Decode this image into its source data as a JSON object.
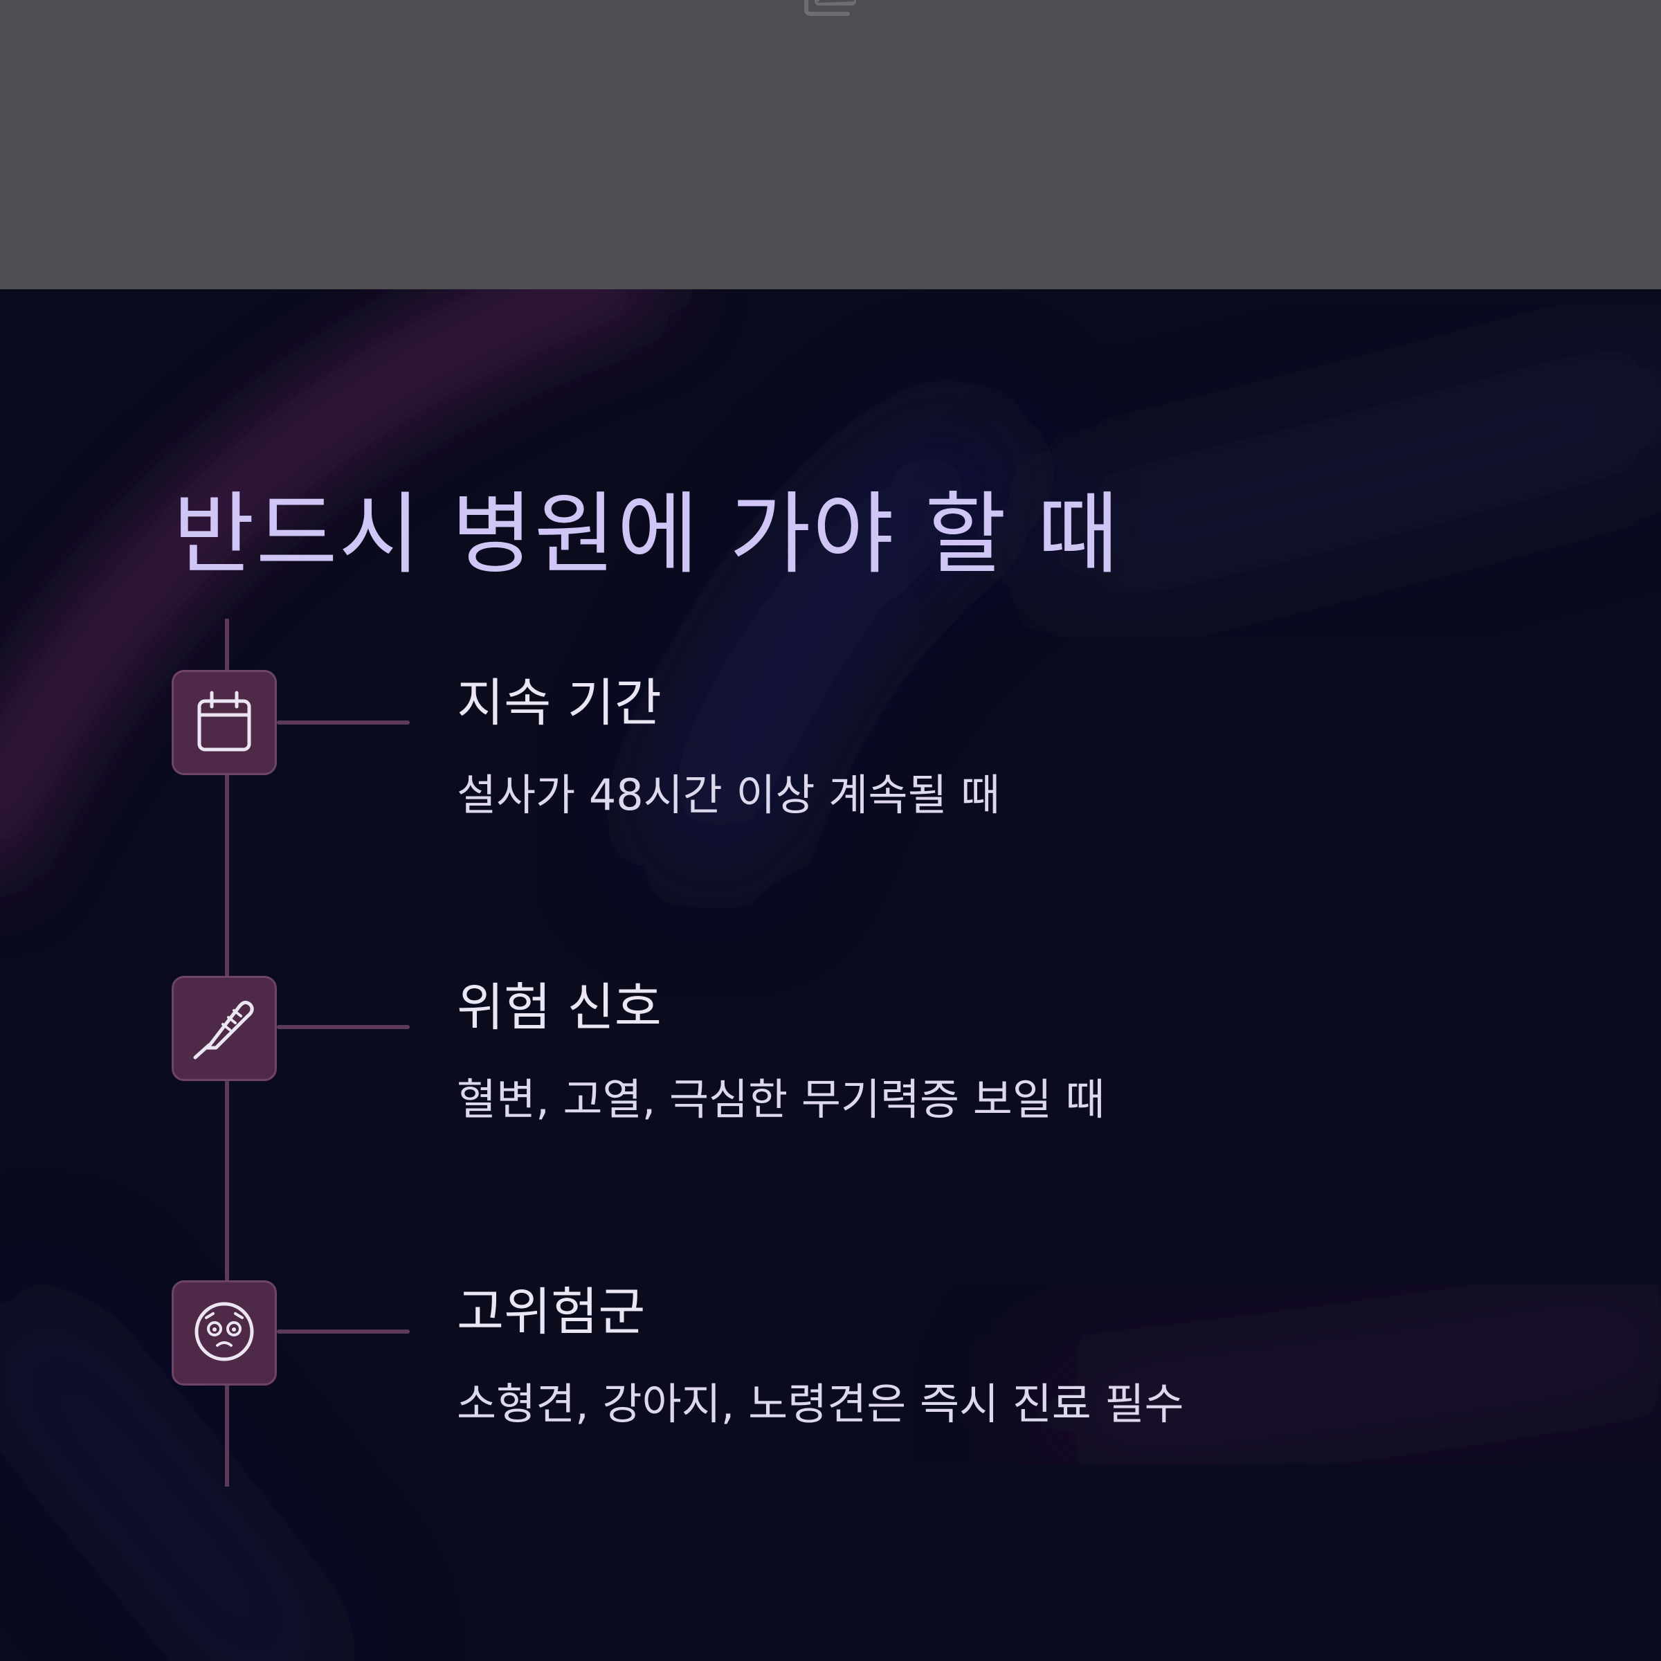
{
  "placeholder": {
    "icon": "image-placeholder-icon",
    "background": "#4e4d52"
  },
  "slide": {
    "title": "반드시 병원에 가야 할 때",
    "title_color": "#cfc6f5",
    "background": "#0a0b1c",
    "items": [
      {
        "icon": "calendar-icon",
        "title": "지속 기간",
        "description": "설사가 48시간 이상 계속될 때"
      },
      {
        "icon": "thermometer-icon",
        "title": "위험 신호",
        "description": "혈변, 고열, 극심한 무기력증 보일 때"
      },
      {
        "icon": "worried-face-icon",
        "title": "고위험군",
        "description": "소형견, 강아지, 노령견은 즉시 진료 필수"
      }
    ],
    "accent": "#4e2a48",
    "line_color": "#5c3a58"
  }
}
